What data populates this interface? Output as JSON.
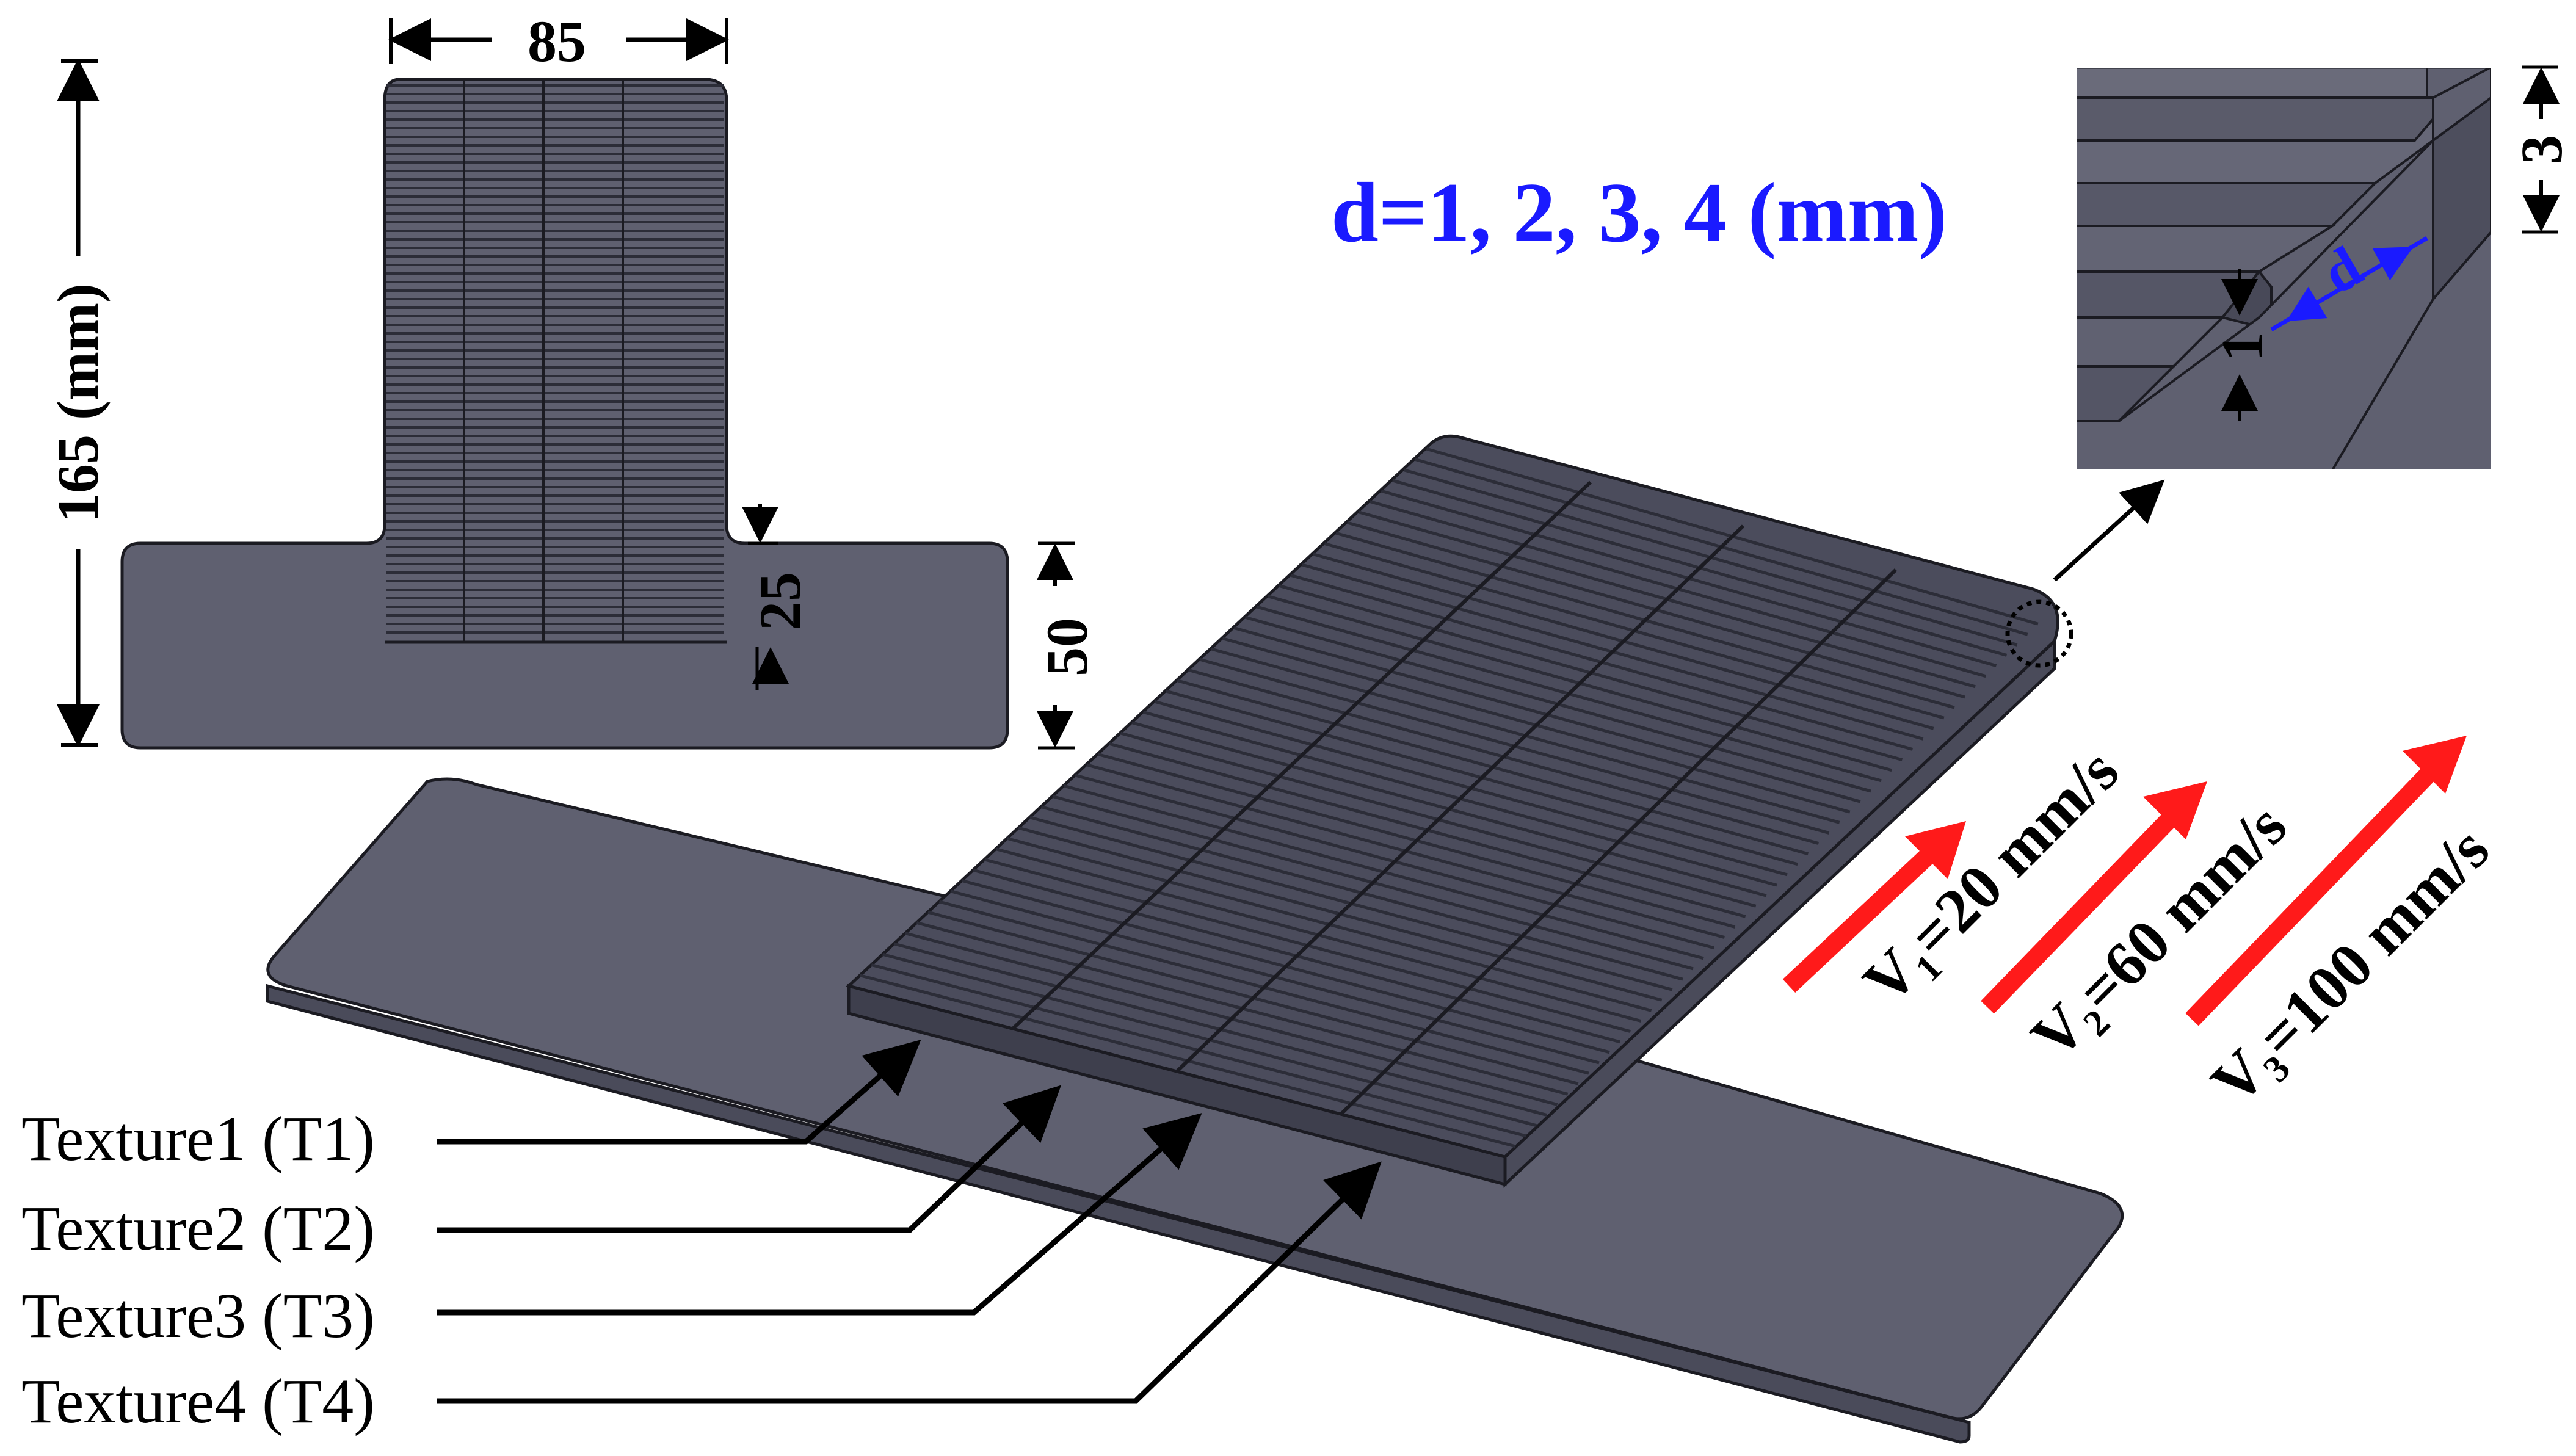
{
  "colors": {
    "body": "#5f6070",
    "bodyDark": "#4a4b5a",
    "edge": "#1b1b22",
    "groove": "#2c2d38",
    "annotation": "#1a1aff",
    "arrow": "#ff1a1a",
    "line": "#000000"
  },
  "top_view": {
    "width_dim": "85",
    "height_dim": "165 (mm)",
    "step_dim": "25",
    "base_dim": "50"
  },
  "detail": {
    "depth_list": "d=1, 2, 3, 4 (mm)",
    "d_label": "d",
    "groove_height": "1",
    "thickness": "3"
  },
  "velocities": [
    {
      "symbol": "V",
      "subscript": "1",
      "value": "=20 mm/s"
    },
    {
      "symbol": "V",
      "subscript": "2",
      "value": "=60 mm/s"
    },
    {
      "symbol": "V",
      "subscript": "3",
      "value": "=100 mm/s"
    }
  ],
  "textures": [
    "Texture1  (T1)",
    "Texture2  (T2)",
    "Texture3  (T3)",
    "Texture4  (T4)"
  ]
}
